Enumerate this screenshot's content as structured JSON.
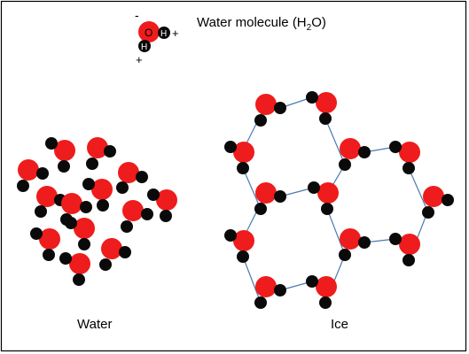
{
  "legend": {
    "title_main": "Water molecule (H",
    "title_sub": "2",
    "title_end": "O)",
    "oxygen_letter": "O",
    "hydrogen_letter": "H",
    "minus_sign": "-",
    "plus_sign": "+"
  },
  "labels": {
    "water": "Water",
    "ice": "Ice"
  },
  "colors": {
    "oxygen": "#ee1c1c",
    "hydrogen": "#0a0a0a",
    "hbond": "#4a7ab0",
    "border": "#000000"
  }
}
